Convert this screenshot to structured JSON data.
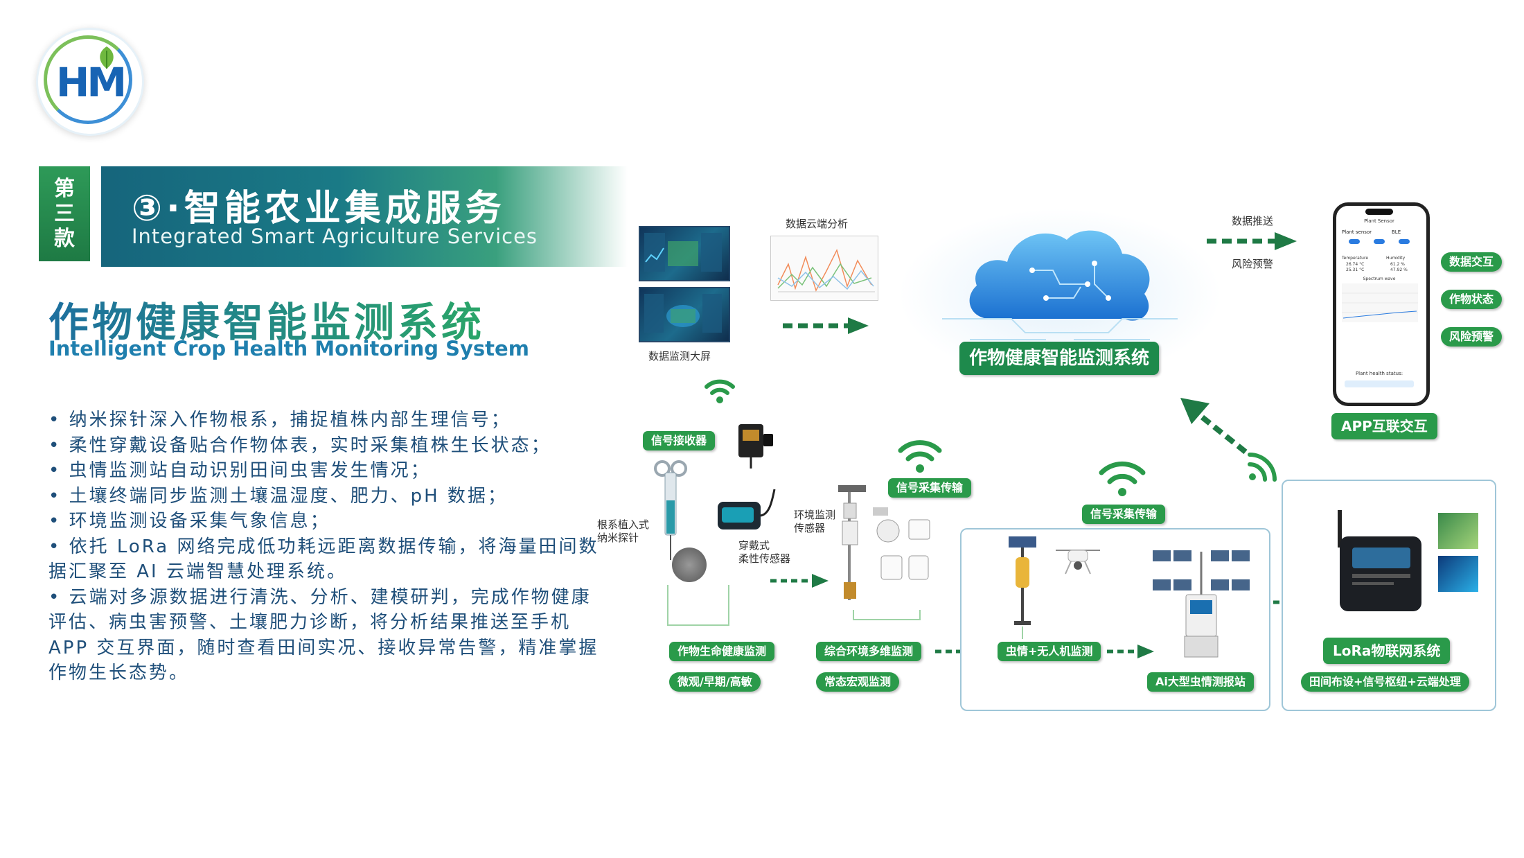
{
  "logo": {
    "text": "HM"
  },
  "header": {
    "badge": [
      "第",
      "三",
      "款"
    ],
    "title": "③·智能农业集成服务",
    "subtitle": "Integrated Smart Agriculture Services"
  },
  "main": {
    "title": "作物健康智能监测系统",
    "subtitle": "Intelligent Crop Health Monitoring System"
  },
  "bullets": [
    "• 纳米探针深入作物根系，捕捉植株内部生理信号；",
    "• 柔性穿戴设备贴合作物体表，实时采集植株生长状态；",
    "• 虫情监测站自动识别田间虫害发生情况；",
    "• 土壤终端同步监测土壤温湿度、肥力、pH 数据；",
    "• 环境监测设备采集气象信息；",
    "• 依托 LoRa 网络完成低功耗远距离数据传输，将海量田间数据汇聚至 AI 云端智慧处理系统。",
    "• 云端对多源数据进行清洗、分析、建模研判，完成作物健康评估、病虫害预警、土壤肥力诊断，将分析结果推送至手机 APP 交互界面，随时查看田间实况、接收异常告警，精准掌握作物生长态势。"
  ],
  "diagram": {
    "screen_label": "数据监测大屏",
    "cloud_analysis": "数据云端分析",
    "cloud_title": "作物健康智能监测系统",
    "push": "数据推送",
    "alert": "风险预警",
    "app_badges": [
      "数据交互",
      "作物状态",
      "风险预警"
    ],
    "app_title": "APP互联交互",
    "phone": {
      "header": "Plant Sensor",
      "sensor": "Plant sensor",
      "ble": "BLE",
      "temperature_label": "Temperature",
      "temperature": [
        "26.74 °C",
        "25.31 °C"
      ],
      "humidity_label": "Humidity",
      "humidity": [
        "61.2 %",
        "47.92 %"
      ],
      "spectrum": "Spectrum wave",
      "status": "Plant health status:"
    },
    "receiver": "信号接收器",
    "probe_label": "根系植入式\n纳米探针",
    "wearable_label": "穿戴式\n柔性传感器",
    "env_label": "环境监测\n传感器",
    "signal_1": "信号采集传输",
    "signal_2": "信号采集传输",
    "crop_life": "作物生命健康监测",
    "crop_life_sub": "微观/早期/高敏",
    "env_multi": "综合环境多维监测",
    "env_multi_sub": "常态宏观监测",
    "pest_drone": "虫情+无人机监测",
    "ai_station": "Ai大型虫情测报站",
    "lora": "LoRa物联网系统",
    "lora_sub": "田间布设+信号枢纽+云端处理",
    "colors": {
      "green": "#2a9a4a",
      "teal": "#16657c",
      "blue": "#1f7fae"
    }
  }
}
